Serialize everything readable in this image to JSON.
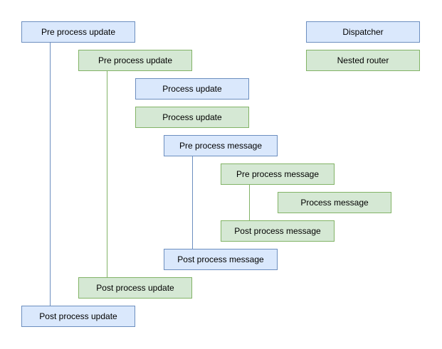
{
  "diagram": {
    "type": "flow-sequence-diagram",
    "background": "#ffffff",
    "legend": {
      "dispatcher_label": "Dispatcher",
      "nested_router_label": "Nested router"
    },
    "colors": {
      "dispatcher_fill": "#dae8fc",
      "dispatcher_border": "#6c8ebf",
      "nested_router_fill": "#d5e8d4",
      "nested_router_border": "#82b366",
      "text": "#000000"
    },
    "nodes": [
      {
        "label": "Pre process update",
        "actor": "Dispatcher"
      },
      {
        "label": "Pre process update",
        "actor": "Nested router"
      },
      {
        "label": "Process update",
        "actor": "Dispatcher"
      },
      {
        "label": "Process update",
        "actor": "Nested router"
      },
      {
        "label": "Pre process message",
        "actor": "Dispatcher"
      },
      {
        "label": "Pre process message",
        "actor": "Nested router"
      },
      {
        "label": "Process message",
        "actor": "Nested router"
      },
      {
        "label": "Post process message",
        "actor": "Nested router"
      },
      {
        "label": "Post process message",
        "actor": "Dispatcher"
      },
      {
        "label": "Post process update",
        "actor": "Nested router"
      },
      {
        "label": "Post process update",
        "actor": "Dispatcher"
      }
    ],
    "edges": [
      {
        "from": "Pre process update (Dispatcher)",
        "to": "Post process update (Dispatcher)",
        "color": "#6c8ebf"
      },
      {
        "from": "Pre process update (Nested router)",
        "to": "Post process update (Nested router)",
        "color": "#82b366"
      },
      {
        "from": "Pre process message (Dispatcher)",
        "to": "Post process message (Dispatcher)",
        "color": "#6c8ebf"
      },
      {
        "from": "Pre process message (Nested router)",
        "to": "Post process message (Nested router)",
        "color": "#82b366"
      }
    ]
  }
}
